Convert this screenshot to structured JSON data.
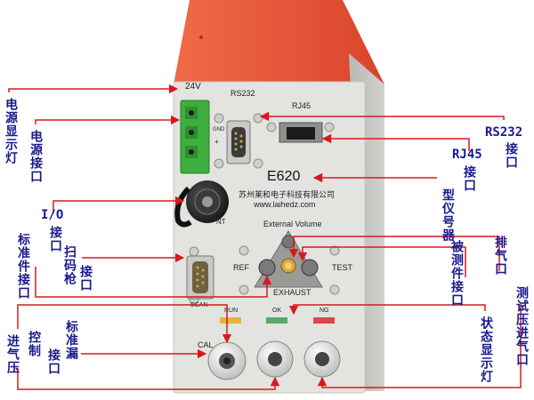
{
  "panel": {
    "voltage": "24V",
    "rs232_port": "RS232",
    "rj45_port": "RJ45",
    "gnd": "GND",
    "plus": "+",
    "model": "E620",
    "company": "苏州莱和电子科技有限公司",
    "website": "www.laihedz.com",
    "external_volume": "External Volume",
    "ref": "REF",
    "test": "TEST",
    "exhaust": "EXHAUST",
    "scan": "SCAN",
    "cal": "CAL",
    "run": "RUN",
    "ok": "OK",
    "ng": "NG",
    "io_hint": "NT"
  },
  "labels": {
    "power_light": "电源显示灯",
    "power_port": "电源接口",
    "io_port_a": "I/O",
    "io_port_b": "接口",
    "standard_port": "标准件接口",
    "scan_a": "扫码枪",
    "scan_b": "接口",
    "control_inlet_a": "控制",
    "control_inlet_b": "进气压",
    "leak_port_a": "标准漏",
    "leak_port_b": "接口",
    "rs232_a": "RS232",
    "rs232_b": "接口",
    "rj45_a": "RJ45",
    "rj45_b": "接口",
    "model_label": "型仪号器",
    "tested_port": "被测件接口",
    "exhaust_port": "排气口",
    "status_light": "状态显示灯",
    "test_inlet": "测试压进气口"
  },
  "colors": {
    "housing_top": "#e8553a",
    "panel": "#e3e4e0",
    "terminal_green": "#3fae3f",
    "arrow_red": "#d9181f",
    "label_blue": "#1a1a8c",
    "run_yellow": "#e8b33b",
    "ok_green": "#5aa86a",
    "ng_red": "#d8484a"
  }
}
